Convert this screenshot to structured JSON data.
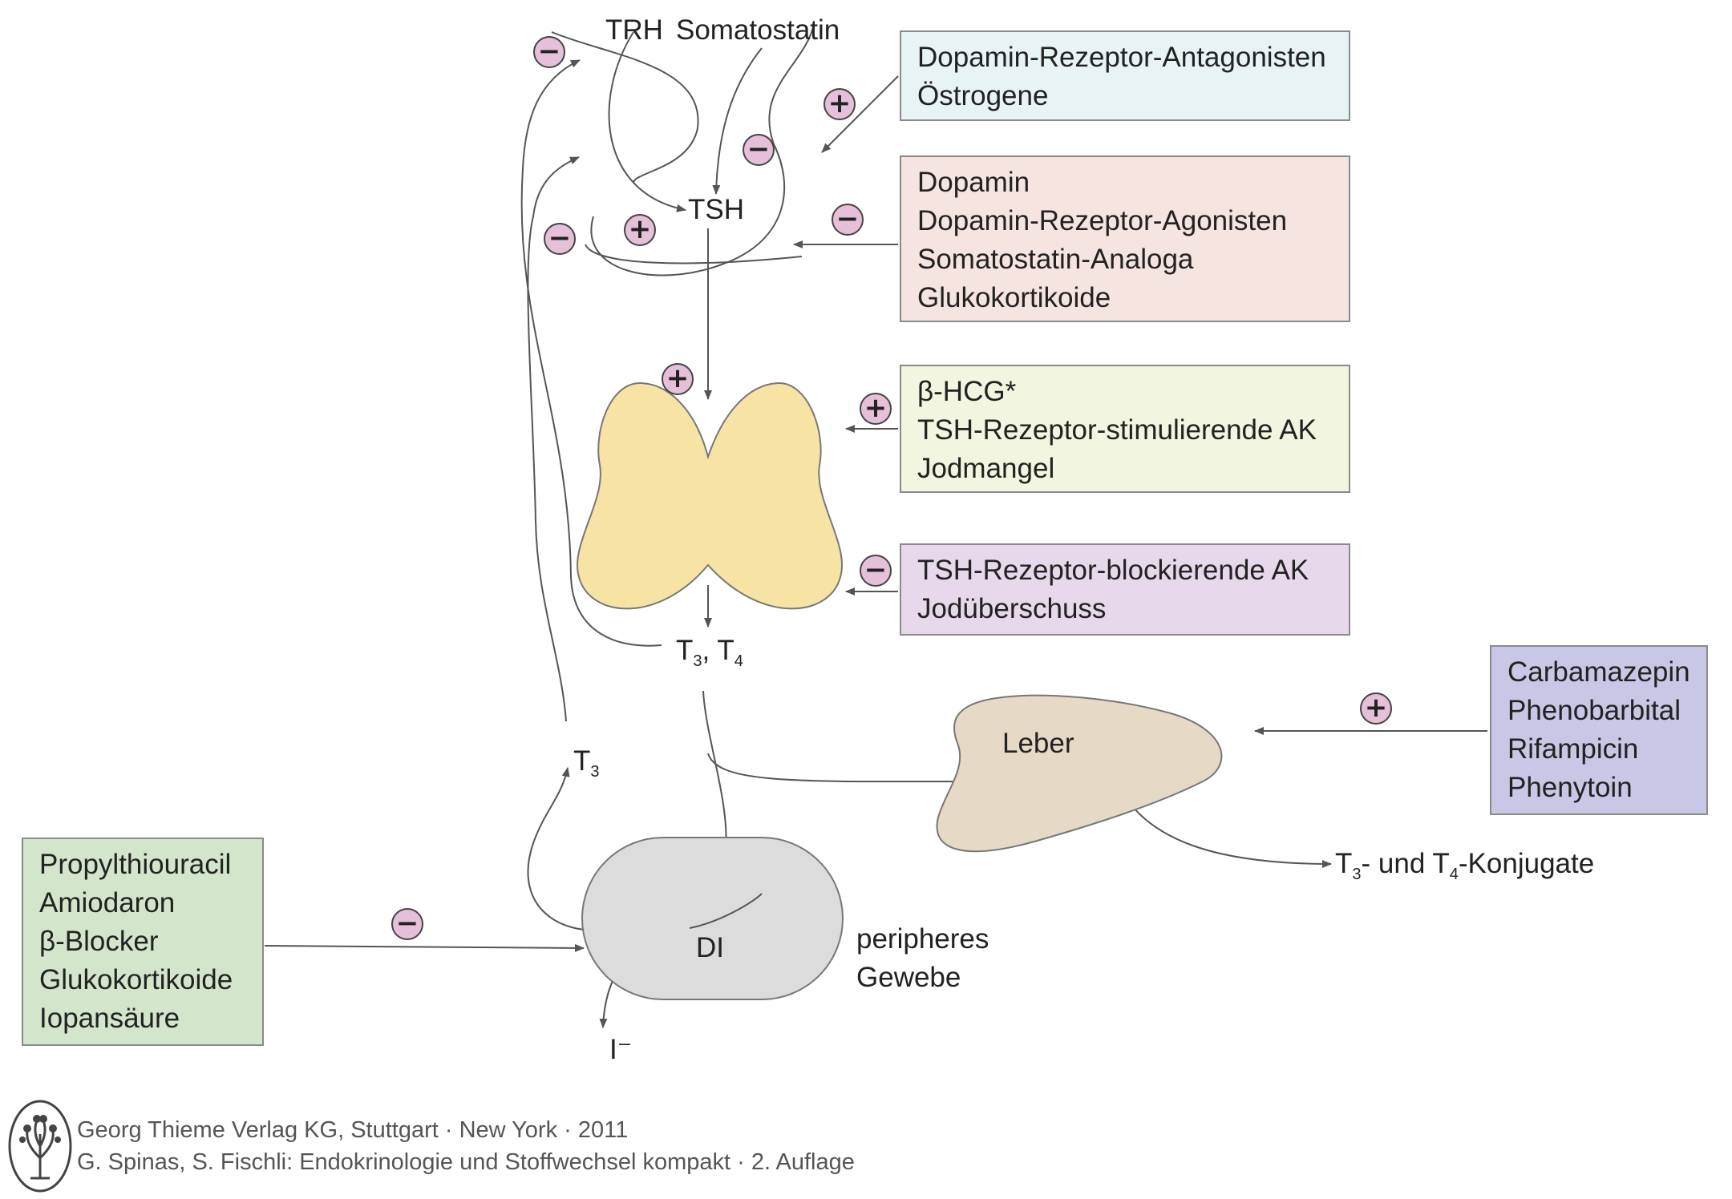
{
  "hypothalamus": {
    "trh": "TRH",
    "somatostatin": "Somatostatin"
  },
  "pituitary": {
    "tsh": "TSH"
  },
  "thyroid": {
    "hormones_main": "T",
    "hormones_sub1": "3",
    "hormones_sep": ", T",
    "hormones_sub2": "4"
  },
  "peripheral": {
    "t3_main": "T",
    "t3_sub": "3",
    "di": "DI",
    "tissue_line1": "peripheres",
    "tissue_line2": "Gewebe",
    "iodide": "I⁻"
  },
  "liver": {
    "label": "Leber",
    "conj_t": "T",
    "conj_sub3": "3",
    "conj_mid": "- und T",
    "conj_sub4": "4",
    "conj_end": "-Konjugate"
  },
  "boxes": {
    "antagonists": {
      "items": [
        "Dopamin-Rezeptor-Antagonisten",
        "Östrogene"
      ],
      "color": "#e8f3f6"
    },
    "dopamine": {
      "items": [
        "Dopamin",
        "Dopamin-Rezeptor-Agonisten",
        "Somatostatin-Analoga",
        "Glukokortikoide"
      ],
      "color": "#f6e4e1"
    },
    "stimulating": {
      "items": [
        "β-HCG*",
        "TSH-Rezeptor-stimulierende AK",
        "Jodmangel"
      ],
      "color": "#f2f5df"
    },
    "blocking": {
      "items": [
        "TSH-Rezeptor-blockierende AK",
        "Jodüberschuss"
      ],
      "color": "#e7d9eb"
    },
    "inducers": {
      "items": [
        "Carbamazepin",
        "Phenobarbital",
        "Rifampicin",
        "Phenytoin"
      ],
      "color": "#c9c7e6"
    },
    "inhibitors": {
      "items": [
        "Propylthiouracil",
        "Amiodaron",
        "β-Blocker",
        "Glukokortikoide",
        "Iopansäure"
      ],
      "color": "#d3e6cc"
    }
  },
  "badges": {
    "plus": "+",
    "minus": "−"
  },
  "footer": {
    "line1": "Georg Thieme Verlag KG, Stuttgart · New York · 2011",
    "line2": "G. Spinas, S. Fischli: Endokrinologie und Stoffwechsel kompakt · 2. Auflage"
  },
  "colors": {
    "thyroid_fill": "#f7e3a3",
    "liver_fill": "#e6d9c6",
    "di_fill": "#dcdcdc",
    "badge_fill": "#e6bfd9",
    "line": "#555555"
  }
}
